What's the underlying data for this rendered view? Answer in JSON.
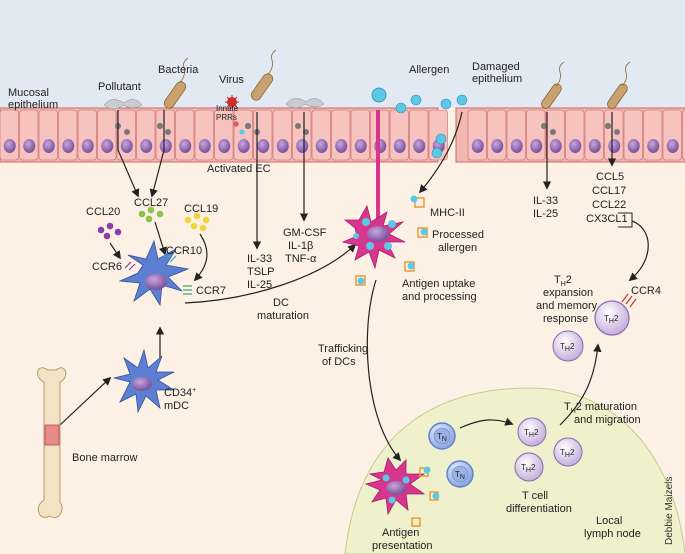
{
  "labels": {
    "mucosal_1": "Mucosal",
    "mucosal_2": "epithelium",
    "pollutant": "Pollutant",
    "bacteria": "Bacteria",
    "virus": "Virus",
    "innate_1": "Innate",
    "innate_2": "PRRs",
    "activated_ec": "Activated EC",
    "allergen": "Allergen",
    "damaged_1": "Damaged",
    "damaged_2": "epithelium",
    "ccl20": "CCL20",
    "ccl27": "CCL27",
    "ccl19": "CCL19",
    "ccr10": "CCR10",
    "ccr6": "CCR6",
    "ccr7": "CCR7",
    "il33_a": "IL-33",
    "tslp": "TSLP",
    "il25_a": "IL-25",
    "gmcsf": "GM-CSF",
    "il1b": "IL-1β",
    "tnfa": "TNF-α",
    "mhc2": "MHC-II",
    "processed_1": "Processed",
    "processed_2": "allergen",
    "uptake_1": "Antigen uptake",
    "uptake_2": "and processing",
    "dc_mat_1": "DC",
    "dc_mat_2": "maturation",
    "il33_b": "IL-33",
    "il25_b": "IL-25",
    "ccl5": "CCL5",
    "ccl17": "CCL17",
    "ccl22": "CCL22",
    "cx3cl1": "CX3CL1",
    "th2_exp_main": "T",
    "th2_exp_sub": "H",
    "th2_exp_tail": "2",
    "th2_exp_2": "expansion",
    "th2_exp_3": "and memory",
    "th2_exp_4": "response",
    "ccr4": "CCR4",
    "cd34_main": "CD34",
    "cd34_sup": "+",
    "mdc": "mDC",
    "bone_marrow": "Bone marrow",
    "traffic_1": "Trafficking",
    "traffic_2": "of DCs",
    "th2_mat_main": "T",
    "th2_mat_sub": "H",
    "th2_mat_tail": "2 maturation",
    "th2_mat_2": "and migration",
    "tcell_1": "T cell",
    "tcell_2": "differentiation",
    "antigen_1": "Antigen",
    "antigen_2": "presentation",
    "local_1": "Local",
    "local_2": "lymph node",
    "tn_main": "T",
    "tn_sub": "N",
    "th_main": "T",
    "th_sub": "H",
    "th_tail": "2",
    "credit": "Debbie Maizels"
  },
  "colors": {
    "background": "#fdf1e6",
    "sky": "#dde8f2",
    "epithelium": "#f4b8b3",
    "nucleus": "#a97cc0",
    "dc_blue": "#5c7fd1",
    "dc_magenta": "#d8368e",
    "allergen": "#5cc8e6",
    "lymph_node": "#eef1cc",
    "th2_cell": "#d8c6e6"
  }
}
